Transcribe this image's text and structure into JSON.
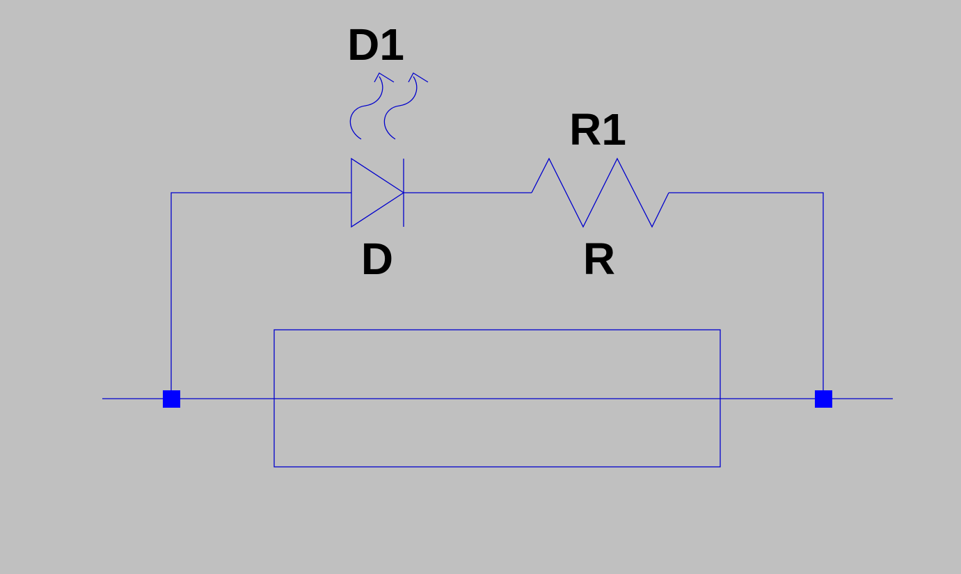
{
  "canvas": {
    "background": "#c0c0c0",
    "wire_color": "#0000cc",
    "junction_color": "#0000ff"
  },
  "components": {
    "led": {
      "ref": "D1",
      "value": "D",
      "symbol": "led-diode-icon"
    },
    "resistor": {
      "ref": "R1",
      "value": "R",
      "symbol": "resistor-zigzag-icon"
    }
  }
}
